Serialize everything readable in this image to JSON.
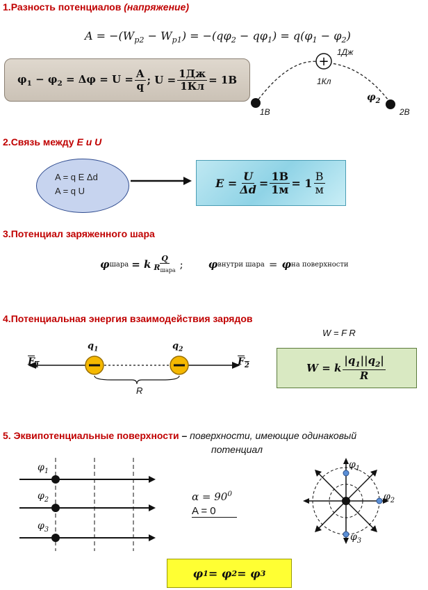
{
  "s1": {
    "num": "1.",
    "title": "Разность потенциалов",
    "paren": "(напряжение)",
    "formula": "A = −(W<sub>p2</sub> − W<sub>p1</sub>) = −(qφ<sub>2</sub> − qφ<sub>1</sub>) = q(φ<sub>1</sub> − φ<sub>2</sub>)",
    "box_left": "φ<sub>1</sub> − φ<sub>2</sub> = Δφ = U =",
    "box_frac_num": "A",
    "box_frac_den": "q",
    "box_mid": "; U =",
    "box_frac2_num": "1Дж",
    "box_frac2_den": "1Кл",
    "box_right": "= 1В",
    "diagram": {
      "charge_symbol": "+",
      "label_top": "1Дж",
      "label_mid": "1Кл",
      "phi2_label": "φ",
      "phi2_sub": "2",
      "left_point": "1В",
      "right_point": "2В"
    }
  },
  "s2": {
    "num": "2.",
    "title": "Связь между",
    "vars": "E и U",
    "ellipse_line1": "A = q E Δd",
    "ellipse_line2": "A = q U",
    "box_E": "E =",
    "f1_num": "U",
    "f1_den": "Δd",
    "eq1": "=",
    "f2_num": "1В",
    "f2_den": "1м",
    "eq2": "= 1",
    "f3_num": "В",
    "f3_den": "м"
  },
  "s3": {
    "num": "3.",
    "title": "Потенциал заряженного шара",
    "phi": "φ",
    "phi_sub_ball": "шара",
    "eq_k": "= k",
    "f_num": "Q",
    "f_den": "R",
    "f_den_sub": "шара",
    "semi": ";",
    "phi_inside_sub": "внутри шара",
    "eq": "=",
    "phi_surface_sub": "на поверхности"
  },
  "s4": {
    "num": "4.",
    "title": "Потенциальная энергия взаимодействия зарядов",
    "wfr": "W = F R",
    "q1": "q",
    "q1_sub": "1",
    "q2": "q",
    "q2_sub": "2",
    "F1": "F",
    "F1_sub": "1",
    "F2": "F",
    "F2_sub": "2",
    "R": "R",
    "minus": "−",
    "box_W": "W = k",
    "box_num": "|q<sub>1</sub>||q<sub>2</sub>|",
    "box_den": "R"
  },
  "s5": {
    "num": "5.",
    "title": "Эквипотенциальные поверхности",
    "dash": "–",
    "desc1": "поверхности, имеющие одинаковый",
    "desc2": "потенциал",
    "alpha": "α = 90",
    "alpha_sup": "0",
    "A0": "A  =  0",
    "phi_labels": [
      "φ",
      "φ",
      "φ"
    ],
    "phi_subs": [
      "1",
      "2",
      "3"
    ],
    "final": "φ<sub>1</sub> = φ<sub>2</sub> = φ<sub>3</sub>"
  },
  "colors": {
    "heading": "#c00000",
    "box1": "#cfc6ba",
    "box2": "#9fdcec",
    "ellipse": "#c7d4ef",
    "box3": "#d9e9c2",
    "box4": "#ffff33",
    "charge": "#f5b800",
    "point_blue": "#5b8fd6"
  }
}
